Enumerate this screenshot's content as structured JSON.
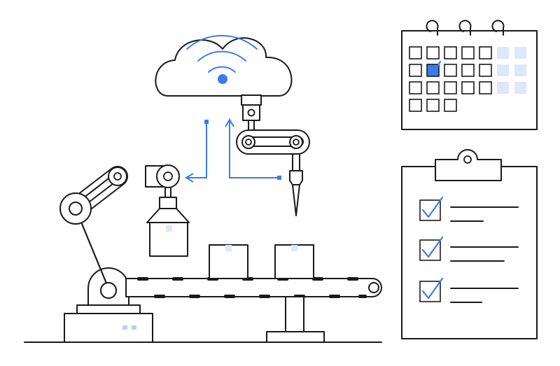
{
  "colors": {
    "accent": "#3b7bf0",
    "accent_light": "#dde8fb",
    "stroke": "#1a1a1a",
    "background": "#ffffff"
  },
  "icons": [
    "cloud-wifi-icon",
    "robot-arm-icon",
    "gripper-icon",
    "conveyor-belt-icon",
    "package-box-icon",
    "needle-tool-icon",
    "calendar-icon",
    "clipboard-checklist-icon"
  ],
  "calendar": {
    "rows": 4,
    "cols": 7,
    "checked_day": "row 2, column 2"
  },
  "checklist": {
    "items_checked": 3,
    "items_total": 3
  },
  "conveyor": {
    "boxes_on_belt": 2
  }
}
